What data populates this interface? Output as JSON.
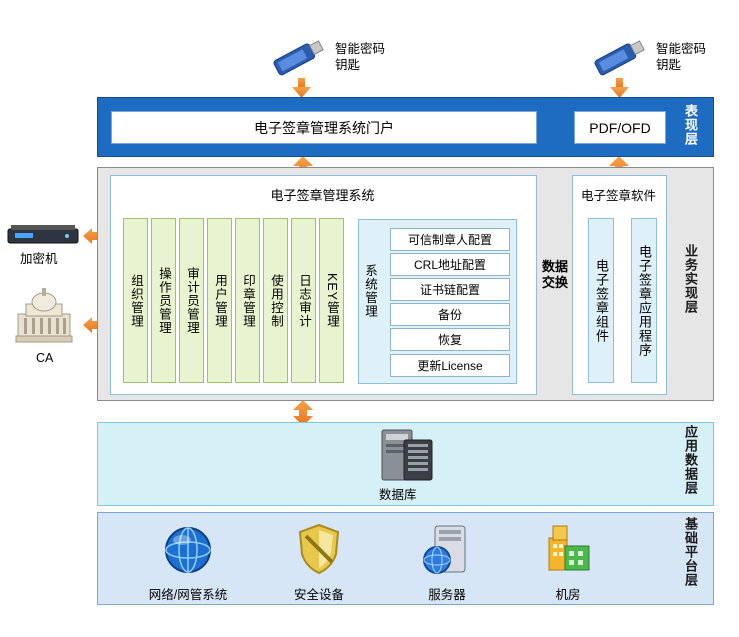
{
  "usb_left_label": "智能密码\n钥匙",
  "usb_right_label": "智能密码\n钥匙",
  "presentation": {
    "layer_label": "表现层",
    "portal": "电子签章管理系统门户",
    "pdf": "PDF/OFD"
  },
  "business": {
    "layer_label": "业务实现层",
    "mgmt_title": "电子签章管理系统",
    "modules": [
      "组织管理",
      "操作员管理",
      "审计员管理",
      "用户管理",
      "印章管理",
      "使用控制",
      "日志审计",
      "KEY管理"
    ],
    "system_mgmt": "系统管理",
    "system_items": [
      "可信制章人配置",
      "CRL地址配置",
      "证书链配置",
      "备份",
      "恢复",
      "更新License"
    ],
    "exchange": "数据交换",
    "software_title": "电子签章软件",
    "component": "电子签章组件",
    "app": "电子签章应用程序"
  },
  "external": {
    "encryptor": "加密机",
    "ca": "CA"
  },
  "data_layer": {
    "layer_label": "应用数据层",
    "db": "数据库"
  },
  "base_layer": {
    "layer_label": "基础平台层",
    "items": [
      "网络/网管系统",
      "安全设备",
      "服务器",
      "机房"
    ]
  },
  "colors": {
    "presentation_blue": "#1e6cc1",
    "arrow_orange": "#f08a2c",
    "green_module": "#e8f3cf",
    "data_layer_bg": "#d5f0f7"
  }
}
